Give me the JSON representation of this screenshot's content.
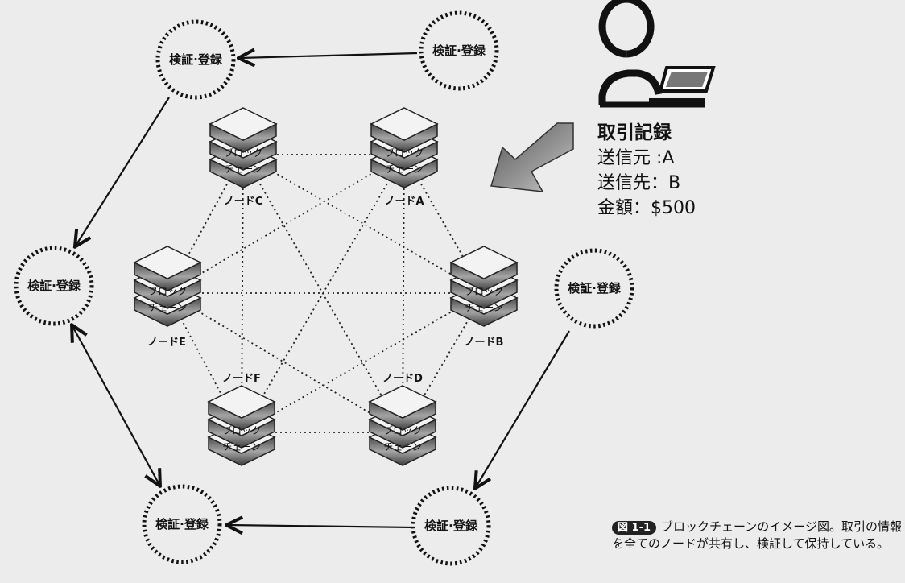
{
  "verify_label": "検証·登録",
  "stack_text": [
    "ブロック",
    "チェーン"
  ],
  "nodes": {
    "A": "ノードA",
    "B": "ノードB",
    "C": "ノードC",
    "D": "ノードD",
    "E": "ノードE",
    "F": "ノードF"
  },
  "transaction": {
    "title": "取引記録",
    "sender": "送信元 :A",
    "recipient": "送信先：B",
    "amount": "金額：$500"
  },
  "caption": {
    "badge": "図 1-1",
    "text": "ブロックチェーンのイメージ図。取引の情報を全てのノードが共有し、検証して保持している。"
  },
  "colors": {
    "background": "#ececec",
    "ink": "#111111",
    "block_light": "#f1f1f1",
    "block_mid": "#b9b9b9",
    "block_dark": "#5f5f5f"
  },
  "icons": [
    "person-icon",
    "laptop-icon",
    "large-arrow-icon"
  ]
}
